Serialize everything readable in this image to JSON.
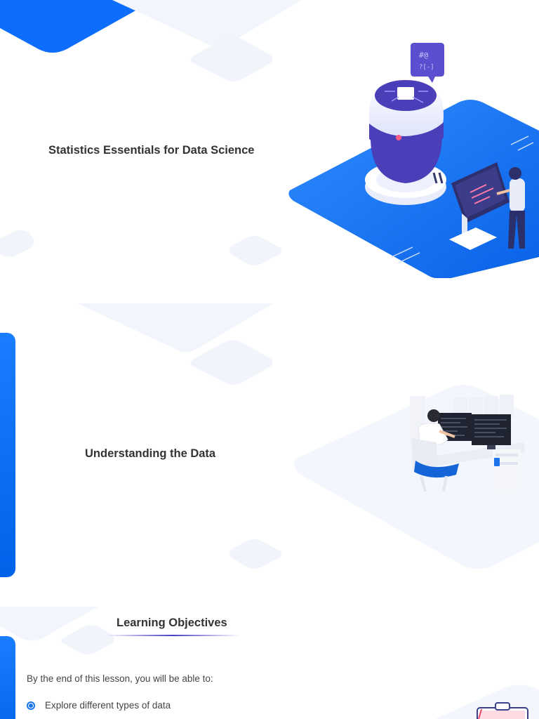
{
  "slides": [
    {
      "title": "Statistics Essentials for Data Science"
    },
    {
      "title": "Understanding the Data"
    },
    {
      "heading": "Learning Objectives",
      "intro": "By the end of this lesson, you will be able to:",
      "objectives": [
        "Explore different types of data"
      ]
    }
  ],
  "colors": {
    "accent_blue": "#1a73e8",
    "bar_blue": "#0a6cf5",
    "heading_text": "#333333",
    "underline_purple": "#4a3fc8"
  },
  "icons": [
    "robot-illustration",
    "code-chat-icon",
    "developer-at-screen-illustration",
    "data-analyst-workstation-illustration",
    "clipboard-icon",
    "radio-bullet-icon"
  ]
}
